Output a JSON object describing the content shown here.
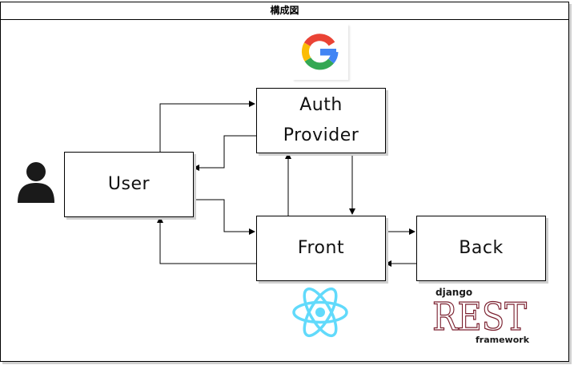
{
  "diagram": {
    "title": "構成図",
    "nodes": {
      "auth_provider": "Auth\nProvider",
      "user": "User",
      "front": "Front",
      "back": "Back"
    },
    "icons": {
      "user": "person-icon",
      "auth": "google-logo-icon",
      "front": "react-logo-icon",
      "back": "django-rest-framework-logo-icon"
    },
    "drf_logo": {
      "top": "django",
      "middle": "REST",
      "bottom": "framework"
    },
    "colors": {
      "google_blue": "#4285F4",
      "google_red": "#EA4335",
      "google_yellow": "#FBBC05",
      "google_green": "#34A853",
      "react": "#61DAFB",
      "drf_red": "#7a1f2e",
      "person": "#1a1a1a"
    }
  }
}
